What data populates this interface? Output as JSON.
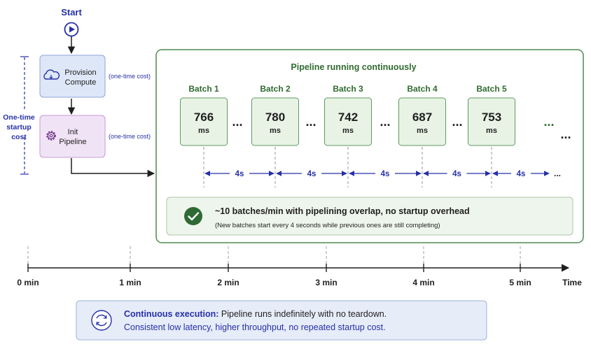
{
  "flow": {
    "start_label": "Start",
    "provision": {
      "line1": "Provision",
      "line2": "Compute",
      "cost_note": "(one-time cost)"
    },
    "init": {
      "line1": "Init",
      "line2": "Pipeline",
      "cost_note": "(one-time cost)"
    },
    "startup_cost": {
      "line1": "One-time",
      "line2": "startup",
      "line3": "cost"
    }
  },
  "pipeline": {
    "title": "Pipeline running continuously",
    "batches": [
      {
        "label": "Batch 1",
        "value": "766",
        "unit": "ms"
      },
      {
        "label": "Batch 2",
        "value": "780",
        "unit": "ms"
      },
      {
        "label": "Batch 3",
        "value": "742",
        "unit": "ms"
      },
      {
        "label": "Batch 4",
        "value": "687",
        "unit": "ms"
      },
      {
        "label": "Batch 5",
        "value": "753",
        "unit": "ms"
      }
    ],
    "ellipsis": "...",
    "interval_labels": [
      "4s",
      "4s",
      "4s",
      "4s",
      "4s"
    ],
    "summary_main": "~10 batches/min with pipelining overlap, no startup overhead",
    "summary_sub": "(New batches start every 4 seconds while previous ones are still completing)"
  },
  "timeline": {
    "ticks": [
      "0 min",
      "1 min",
      "2 min",
      "3 min",
      "4 min",
      "5 min"
    ],
    "axis_label": "Time"
  },
  "footer": {
    "bold": "Continuous execution:",
    "rest": " Pipeline runs indefinitely with no teardown.",
    "line2": "Consistent low latency, higher throughput, no repeated startup cost."
  },
  "colors": {
    "navy": "#2630a8",
    "green_text": "#2f6b2f",
    "green_fill": "#e8f3e6",
    "green_border": "#5f9a5f",
    "check_circle": "#2f6a35",
    "provision_fill": "#dde7f7",
    "init_fill": "#f1e3f6",
    "footer_fill": "#e6ecf8"
  }
}
